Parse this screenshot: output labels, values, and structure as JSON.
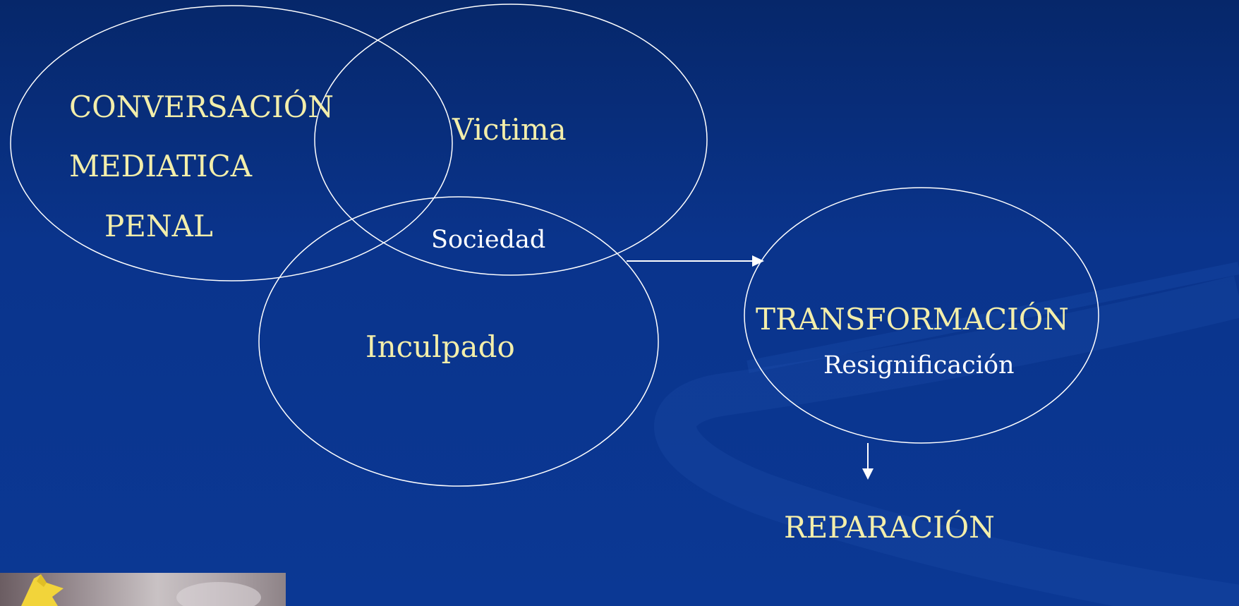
{
  "circles": {
    "left": {
      "lines": [
        "CONVERSACIÓN",
        "MEDIATICA",
        "PENAL"
      ]
    },
    "top": {
      "label": "Victima"
    },
    "overlap": {
      "label": "Sociedad"
    },
    "bottom": {
      "label": "Inculpado"
    },
    "right": {
      "title": "TRANSFORMACIÓN",
      "subtitle": "Resignificación"
    }
  },
  "result": {
    "label": "REPARACIÓN"
  },
  "colors": {
    "background_top": "#06276a",
    "background_bottom": "#0b3894",
    "text_yellow": "#f3eeaa",
    "stroke": "#ffffff"
  }
}
